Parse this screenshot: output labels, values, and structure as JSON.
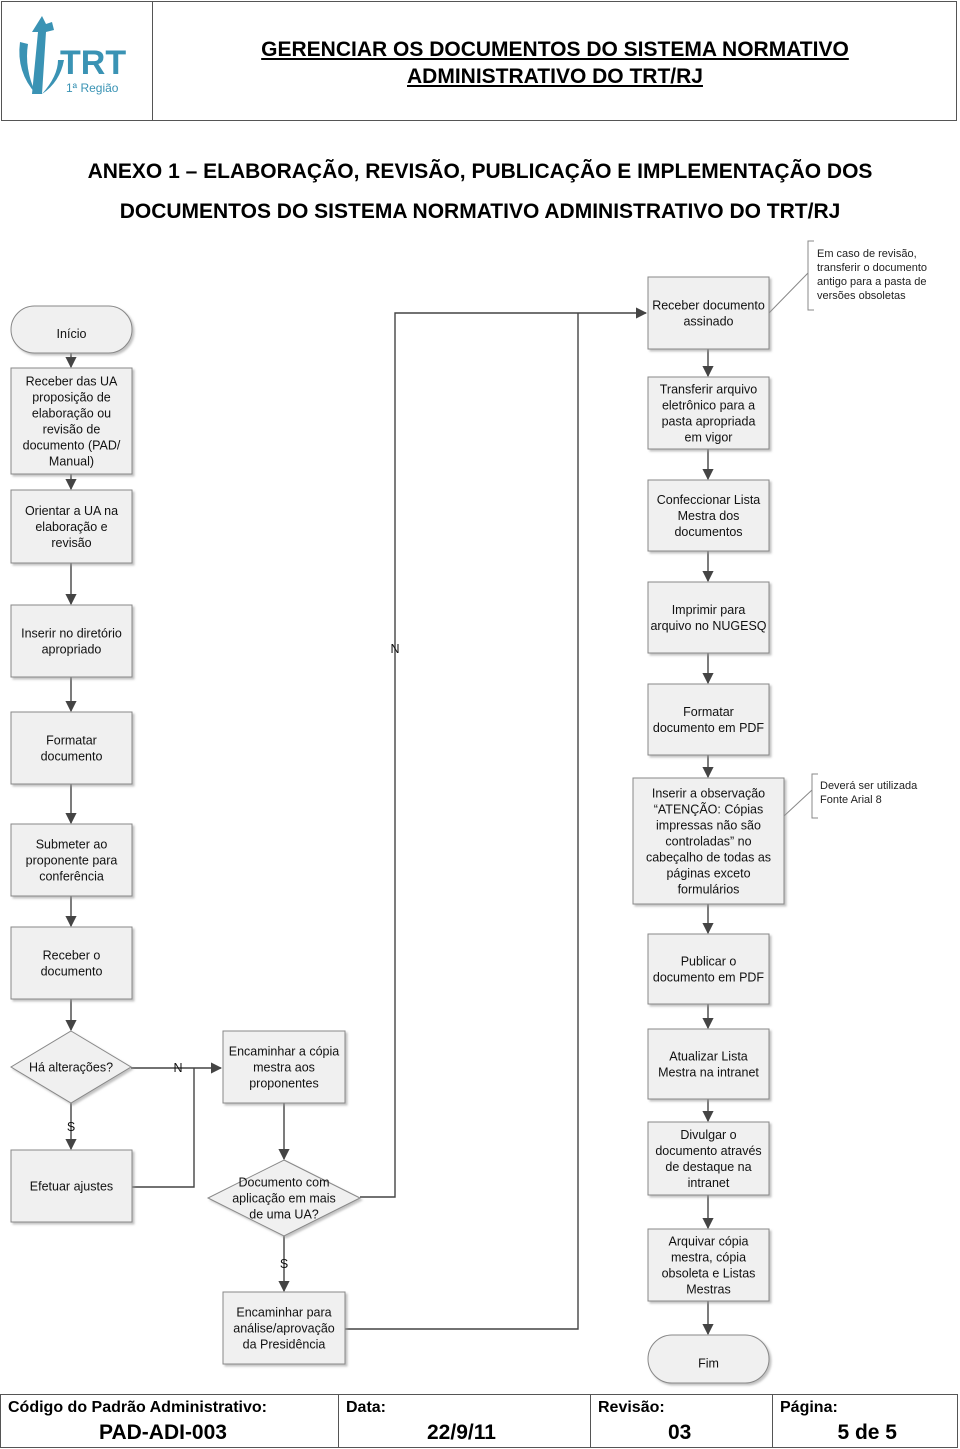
{
  "header": {
    "logo_text": "TRT",
    "logo_subtext": "1ª Região",
    "title_line1": "GERENCIAR OS DOCUMENTOS DO SISTEMA NORMATIVO",
    "title_line2": "ADMINISTRATIVO DO TRT/RJ"
  },
  "annex": {
    "line1": "ANEXO 1 – ELABORAÇÃO, REVISÃO, PUBLICAÇÃO E IMPLEMENTAÇÃO DOS",
    "line2": "DOCUMENTOS DO SISTEMA NORMATIVO ADMINISTRATIVO DO TRT/RJ"
  },
  "colors": {
    "box_fill": "#f0f0f0",
    "line": "#444444",
    "logo": "#3a93b4"
  },
  "flow": {
    "inicio": "Início",
    "receber_proposicao": [
      "Receber das UA",
      "proposição de",
      "elaboração ou",
      "revisão de",
      "documento (PAD/",
      "Manual)"
    ],
    "orientar": [
      "Orientar a UA na",
      "elaboração e",
      "revisão"
    ],
    "inserir_diretorio": [
      "Inserir no diretório",
      "apropriado"
    ],
    "formatar": [
      "Formatar",
      "documento"
    ],
    "submeter": [
      "Submeter ao",
      "proponente para",
      "conferência"
    ],
    "receber_documento": [
      "Receber o",
      "documento"
    ],
    "ha_alteracoes": [
      "Há alterações?"
    ],
    "efetuar_ajustes": [
      "Efetuar ajustes"
    ],
    "encaminhar_copia": [
      "Encaminhar a cópia",
      "mestra aos",
      "proponentes"
    ],
    "doc_mais_ua": [
      "Documento com",
      "aplicação em mais",
      "de uma UA?"
    ],
    "encaminhar_presidencia": [
      "Encaminhar para",
      "análise/aprovação",
      "da Presidência"
    ],
    "receber_assinado": [
      "Receber documento",
      "assinado"
    ],
    "transferir": [
      "Transferir arquivo",
      "eletrônico para a",
      "pasta apropriada",
      "em vigor"
    ],
    "confeccionar": [
      "Confeccionar Lista",
      "Mestra dos",
      "documentos"
    ],
    "imprimir": [
      "Imprimir para",
      "arquivo no NUGESQ"
    ],
    "formatar_pdf": [
      "Formatar",
      "documento em PDF"
    ],
    "inserir_obs": [
      "Inserir a observação",
      "“ATENÇÃO: Cópias",
      "impressas não são",
      "controladas” no",
      "cabeçalho de todas as",
      "páginas exceto",
      "formulários"
    ],
    "publicar": [
      "Publicar o",
      "documento em PDF"
    ],
    "atualizar": [
      "Atualizar Lista",
      "Mestra na intranet"
    ],
    "divulgar": [
      "Divulgar o",
      "documento através",
      "de destaque na",
      "intranet"
    ],
    "arquivar": [
      "Arquivar cópia",
      "mestra, cópia",
      "obsoleta e Listas",
      "Mestras"
    ],
    "fim": "Fim",
    "label_n": "N",
    "label_s": "S"
  },
  "notes": {
    "revisao": [
      "Em caso de revisão,",
      "transferir o documento",
      "antigo para a pasta de",
      "versões obsoletas"
    ],
    "arial": [
      "Deverá ser utilizada",
      "Fonte Arial 8"
    ]
  },
  "footer": {
    "codigo_label": "Código do Padrão Administrativo:",
    "codigo_value": "PAD-ADI-003",
    "data_label": "Data:",
    "data_value": "22/9/11",
    "revisao_label": "Revisão:",
    "revisao_value": "03",
    "pagina_label": "Página:",
    "pagina_value": "5 de 5"
  }
}
